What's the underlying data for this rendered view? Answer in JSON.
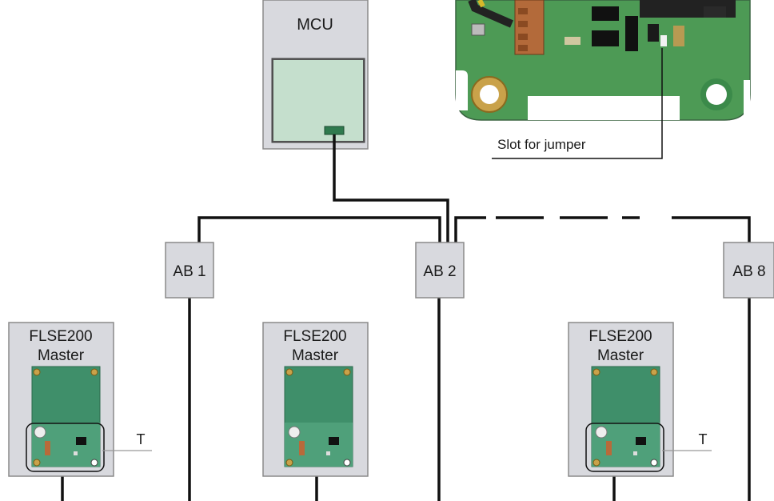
{
  "mcu": {
    "label": "MCU"
  },
  "callout": {
    "label": "Slot for jumper"
  },
  "ab_boxes": [
    {
      "label": "AB 1"
    },
    {
      "label": "AB 2"
    },
    {
      "label": "AB 8"
    }
  ],
  "devices": [
    {
      "line1": "FLSE200",
      "line2": "Master",
      "terminator": "T"
    },
    {
      "line1": "FLSE200",
      "line2": "Master",
      "terminator": ""
    },
    {
      "line1": "FLSE200",
      "line2": "Master",
      "terminator": "T"
    }
  ],
  "colors": {
    "box_fill": "#d8d9de",
    "box_stroke": "#8a8a8a",
    "board_green": "#3f8f6a",
    "board_light": "#c5dfcd",
    "wire": "#111111",
    "pcb_photo": "#4d9a55"
  }
}
